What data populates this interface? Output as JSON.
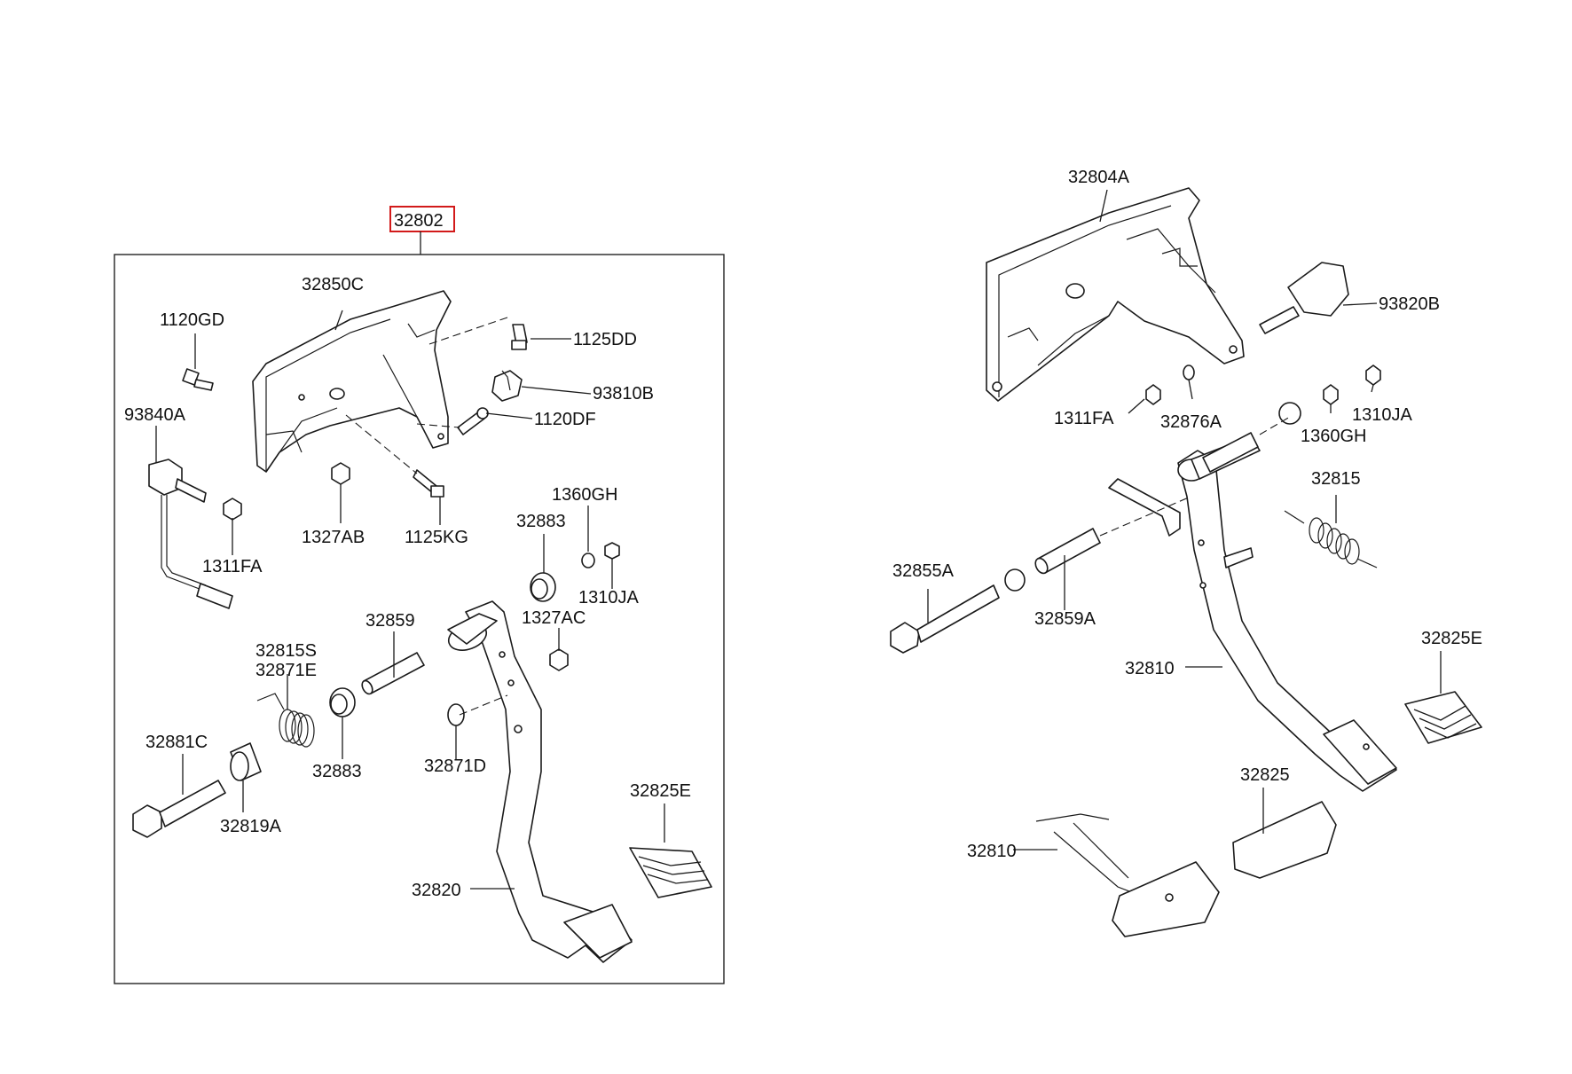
{
  "diagram": {
    "assembly_label": "32802",
    "highlight_color": "#d21a1a",
    "left_labels": {
      "p32850C": "32850C",
      "p1120GD": "1120GD",
      "p1125DD": "1125DD",
      "p93810B": "93810B",
      "p1120DF": "1120DF",
      "p93840A": "93840A",
      "p1311FA": "1311FA",
      "p1327AB": "1327AB",
      "p1125KG": "1125KG",
      "p1360GH": "1360GH",
      "p32883a": "32883",
      "p1310JA": "1310JA",
      "p1327AC": "1327AC",
      "p32859": "32859",
      "p32815S": "32815S",
      "p32871E": "32871E",
      "p32881C": "32881C",
      "p32883b": "32883",
      "p32871D": "32871D",
      "p32819A": "32819A",
      "p32825E": "32825E",
      "p32820": "32820"
    },
    "right_labels": {
      "p32804A": "32804A",
      "p93820B": "93820B",
      "p1311FA": "1311FA",
      "p32876A": "32876A",
      "p1310JA": "1310JA",
      "p1360GH": "1360GH",
      "p32815": "32815",
      "p32855A": "32855A",
      "p32859A": "32859A",
      "p32825E": "32825E",
      "p32810a": "32810",
      "p32825": "32825",
      "p32810b": "32810"
    }
  }
}
